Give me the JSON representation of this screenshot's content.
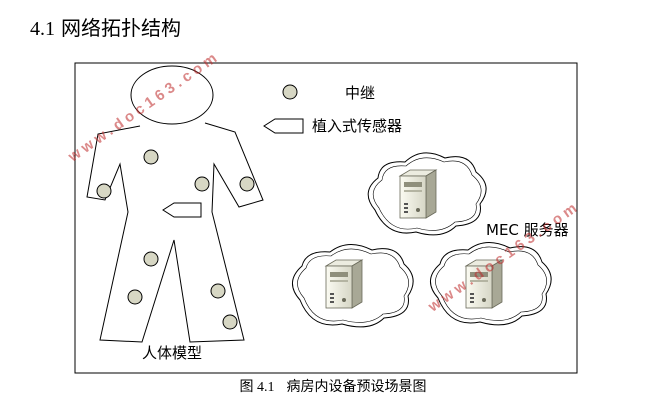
{
  "heading": {
    "number": "4.1",
    "title": "网络拓扑结构"
  },
  "legend": {
    "relay": "中继",
    "implant": "植入式传感器"
  },
  "labels": {
    "mec": "MEC 服务器",
    "body": "人体模型"
  },
  "caption": {
    "figure": "图 4.1",
    "text": "病房内设备预设场景图"
  },
  "watermark": "www.doc163.com",
  "colors": {
    "node_fill": "#d7d7c4",
    "cloud_fill": "#ffffff",
    "server_light": "#f0f0e6",
    "server_dark": "#9a9a86",
    "watermark": "#be2828"
  }
}
